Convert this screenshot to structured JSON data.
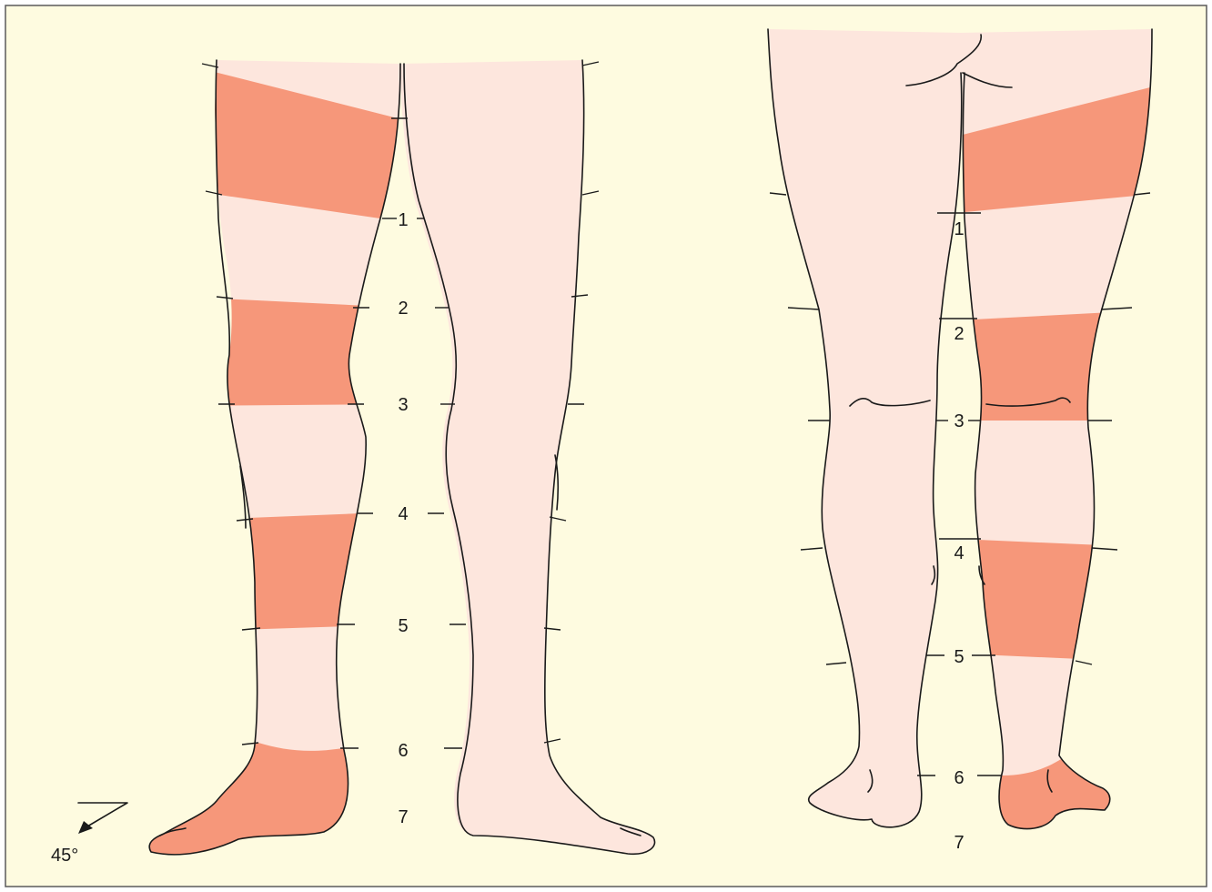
{
  "colors": {
    "background": "#fefbe0",
    "frame": "#5a5a5a",
    "skin": "#fde6dd",
    "band": "#f6977a",
    "outline": "#1a1a1a"
  },
  "front_view": {
    "level_labels": [
      "1",
      "2",
      "3",
      "4",
      "5",
      "6",
      "7"
    ]
  },
  "back_view": {
    "level_labels": [
      "1",
      "2",
      "3",
      "4",
      "5",
      "6",
      "7"
    ]
  },
  "angle_indicator": {
    "label": "45°"
  }
}
